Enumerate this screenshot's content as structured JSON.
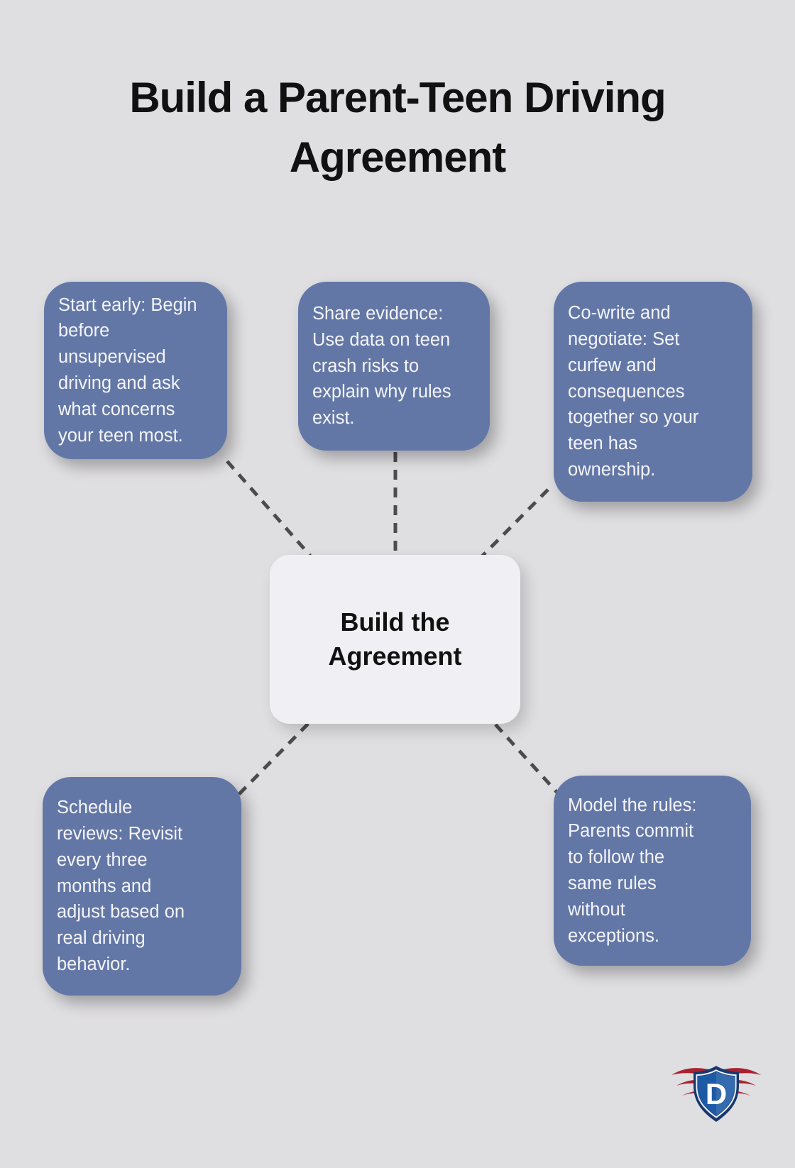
{
  "title": "Build a Parent-Teen Driving\nAgreement",
  "center": {
    "label": "Build the\nAgreement"
  },
  "cards": [
    {
      "id": "start-early",
      "text": "Start early: Begin\nbefore\nunsupervised\ndriving and ask\nwhat concerns\nyour teen most."
    },
    {
      "id": "share-evidence",
      "text": "Share evidence:\nUse data on teen\ncrash risks to\nexplain why rules\nexist."
    },
    {
      "id": "co-write-negotiate",
      "text": "Co-write and\nnegotiate: Set\ncurfew and\nconsequences\ntogether so your\nteen has\nownership."
    },
    {
      "id": "schedule-reviews",
      "text": "Schedule\nreviews: Revisit\nevery three\nmonths and\nadjust based on\nreal driving\nbehavior."
    },
    {
      "id": "model-the-rules",
      "text": "Model the rules:\nParents commit\nto follow the\nsame rules\nwithout\nexceptions."
    }
  ],
  "logo": {
    "letter": "D"
  },
  "colors": {
    "background": "#dfdee1",
    "card_blue": "#6377a7",
    "card_text": "#f4f5f9",
    "center_bg": "#f0eff3",
    "connector": "#4c4c4c",
    "title_text": "#111111",
    "logo_navy": "#16386e",
    "logo_blue": "#1d5aa5",
    "logo_red": "#a8212f"
  }
}
